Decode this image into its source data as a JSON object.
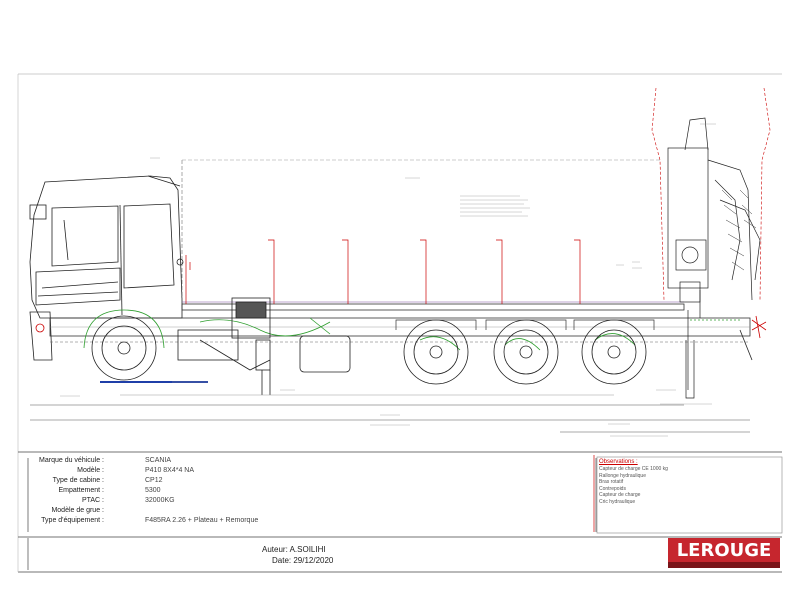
{
  "vehicle_specs": [
    {
      "label": "Marque du véhicule :",
      "value": "SCANIA"
    },
    {
      "label": "Modèle :",
      "value": "P410 8X4*4 NA"
    },
    {
      "label": "Type de cabine :",
      "value": "CP12"
    },
    {
      "label": "Empattement :",
      "value": "5300"
    },
    {
      "label": "PTAC :",
      "value": "32000KG"
    },
    {
      "label": "Modèle de grue :",
      "value": ""
    },
    {
      "label": "Type d'équipement :",
      "value": "F485RA 2.26 + Plateau + Remorque"
    }
  ],
  "observations": {
    "title": "Observations :",
    "lines": [
      "Capteur de charge CE 1000 kg",
      "Rallonge hydraulique",
      "Bras rotatif",
      "Contrepoids",
      "Capteur de charge",
      "Cric hydraulique"
    ]
  },
  "footer": {
    "author": "Auteur: A.SOILIHI",
    "date": "Date: 29/12/2020"
  },
  "logo": {
    "text": "LEROUGE",
    "brand_color": "#c6262e"
  },
  "colors": {
    "frame": "#333333",
    "dimension_red": "#cc0000",
    "hydraulic_green": "#2e9e2e",
    "ground_blue": "#1f3fa8"
  }
}
